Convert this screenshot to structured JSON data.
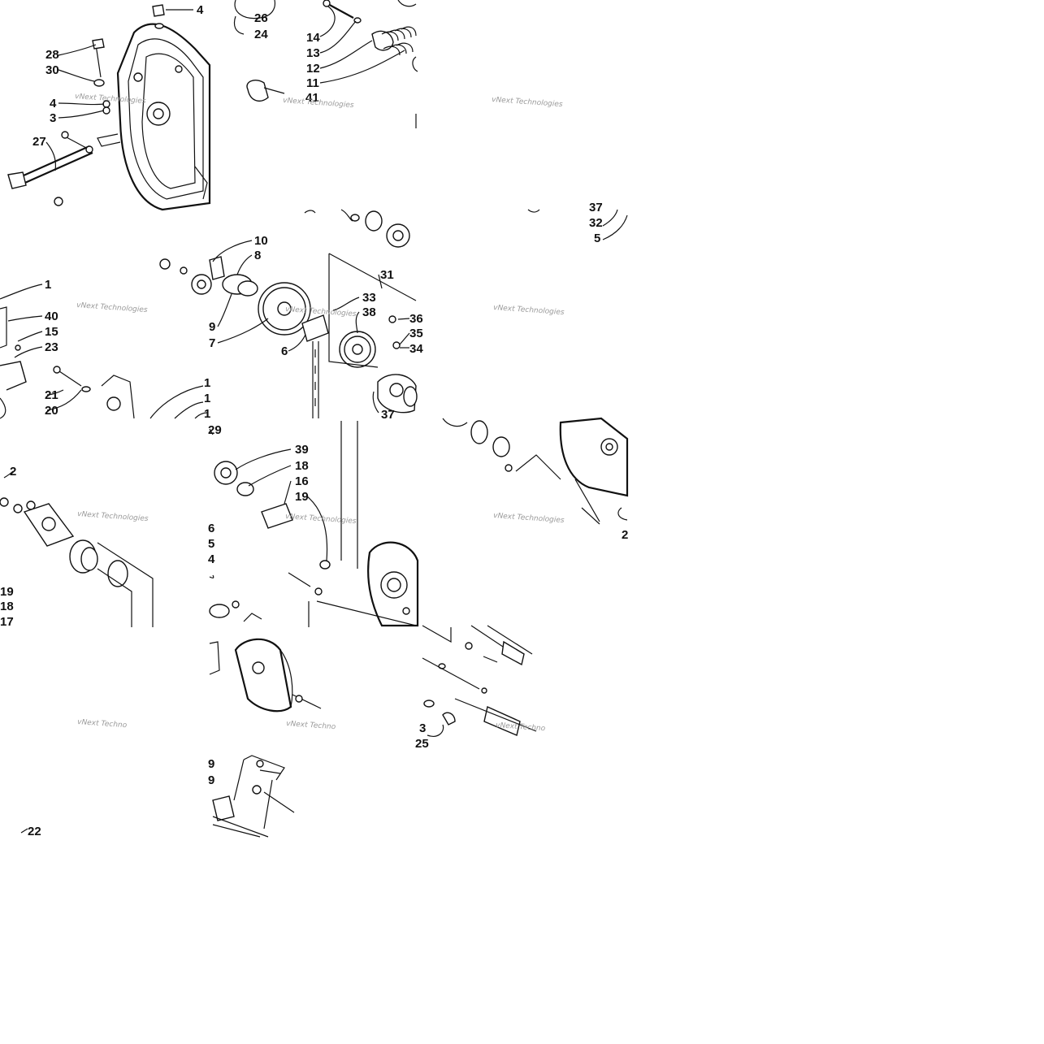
{
  "labels": [
    "4",
    "26",
    "24",
    "14",
    "13",
    "12",
    "11",
    "41",
    "28",
    "30",
    "4",
    "3",
    "27",
    "10",
    "8",
    "31",
    "33",
    "38",
    "9",
    "7",
    "6",
    "36",
    "35",
    "34",
    "37",
    "37",
    "32",
    "5",
    "1",
    "40",
    "15",
    "23",
    "21",
    "20",
    "1",
    "1",
    "1",
    "39",
    "18",
    "16",
    "19",
    "29",
    "2",
    "19",
    "18",
    "17",
    "6",
    "5",
    "4",
    "2",
    "3",
    "25",
    "22"
  ],
  "watermarks": {
    "text": "vNext Technologies",
    "short": "vNext Techno"
  }
}
